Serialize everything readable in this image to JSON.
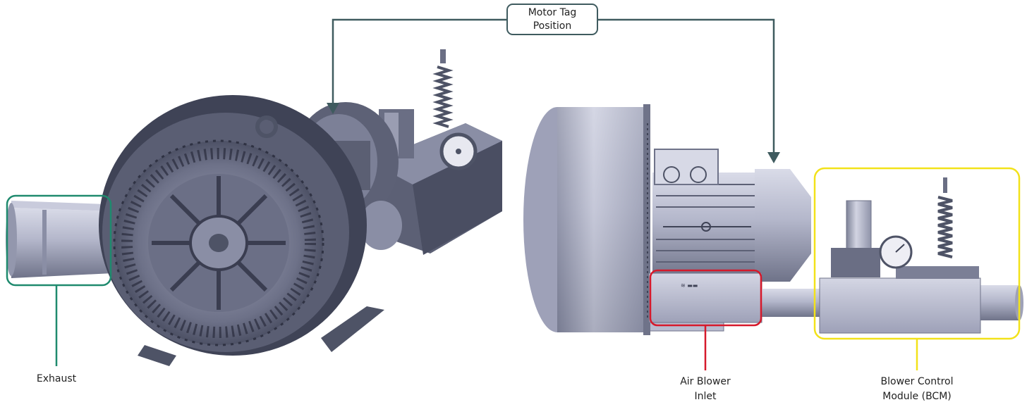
{
  "labels": {
    "motor_tag_line1": "Motor Tag",
    "motor_tag_line2": "Position",
    "exhaust": "Exhaust",
    "air_blower_line1": "Air Blower",
    "air_blower_line2": "Inlet",
    "bcm_line1": "Blower Control",
    "bcm_line2": "Module (BCM)"
  },
  "colors": {
    "motor_tag": "#3f5b5f",
    "exhaust": "#1f8a6e",
    "air_blower_inlet": "#d6192b",
    "bcm": "#f2e21a",
    "metal_dark": "#4e5366",
    "metal_mid": "#8a8fa6",
    "metal_light": "#c9cbdc"
  }
}
